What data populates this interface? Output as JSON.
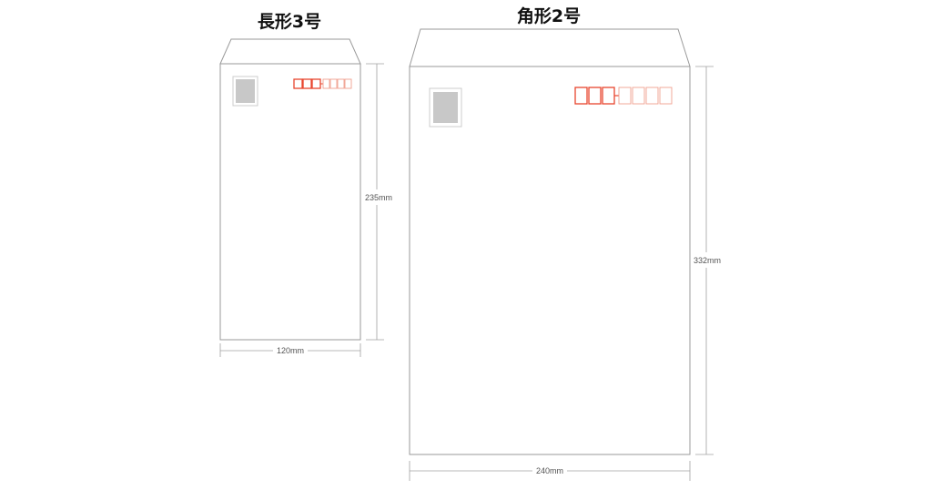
{
  "envelopes": [
    {
      "id": "naga3",
      "title": "長形3号",
      "width_label": "120mm",
      "height_label": "235mm",
      "stamp": {
        "frame": "#cccccc",
        "fill": "#c8c8c8"
      },
      "postal_code_boxes": {
        "main_count": 3,
        "sub_count": 4,
        "main_color": "#e8452e",
        "sub_color": "#f0a090"
      }
    },
    {
      "id": "kaku2",
      "title": "角形2号",
      "width_label": "240mm",
      "height_label": "332mm",
      "stamp": {
        "frame": "#cccccc",
        "fill": "#c8c8c8"
      },
      "postal_code_boxes": {
        "main_count": 3,
        "sub_count": 4,
        "main_color": "#e8452e",
        "sub_color": "#f0a090"
      }
    }
  ]
}
